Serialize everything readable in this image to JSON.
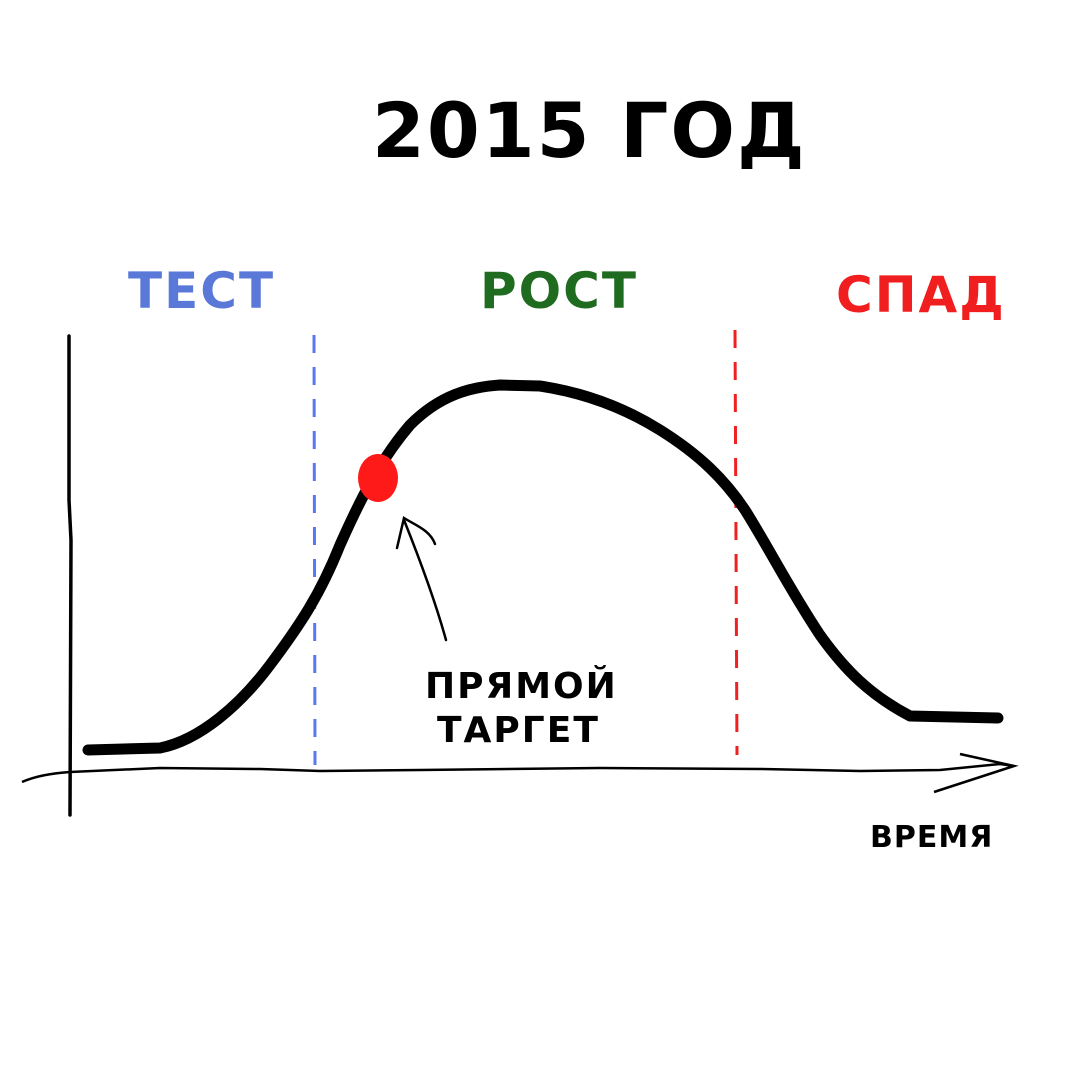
{
  "title": "2015 ГОД",
  "phases": [
    {
      "label": "ТЕСТ",
      "color": "#5a78d8"
    },
    {
      "label": "РОСТ",
      "color": "#1f6b1f"
    },
    {
      "label": "СПАД",
      "color": "#f01e1e"
    }
  ],
  "annotation": {
    "line1": "ПРЯМОЙ",
    "line2": "ТАРГЕТ"
  },
  "x_axis_label": "ВРЕМЯ",
  "marker_color": "#ff1a1a"
}
